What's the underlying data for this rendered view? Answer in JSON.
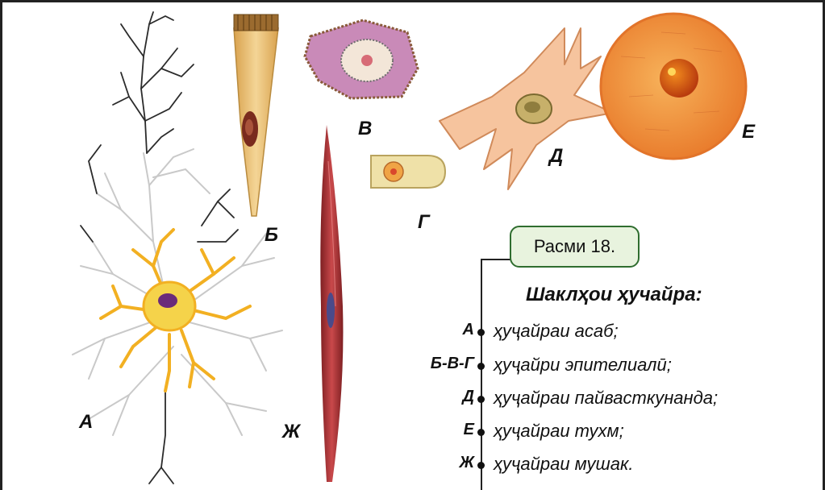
{
  "figure_labels": {
    "a": "А",
    "b": "Б",
    "v": "В",
    "g": "Г",
    "d": "Д",
    "e": "Е",
    "zh": "Ж"
  },
  "caption": "Расми 18.",
  "title": "Шаклҳои ҳучайра:",
  "legend": [
    {
      "key": "А",
      "text": "ҳуҷайраи асаб;"
    },
    {
      "key": "Б-В-Г",
      "text": "ҳуҷайри эпителиалӣ;"
    },
    {
      "key": "Д",
      "text": "ҳуҷайраи пайвасткунанда;"
    },
    {
      "key": "Е",
      "text": "ҳуҷайраи тухм;"
    },
    {
      "key": "Ж",
      "text": "ҳуҷайраи мушак."
    }
  ],
  "colors": {
    "neuron": "#f2b022",
    "neuron_body": "#f5d34a",
    "dendrites": "#c9c9c9",
    "axon": "#2b2b2b",
    "epithelial": "#e8c27a",
    "muscle": "#b7353a",
    "connective": "#f6c49e",
    "egg": "#f08a2c",
    "caption_bg": "#e8f3de",
    "caption_border": "#2f6d2f"
  }
}
